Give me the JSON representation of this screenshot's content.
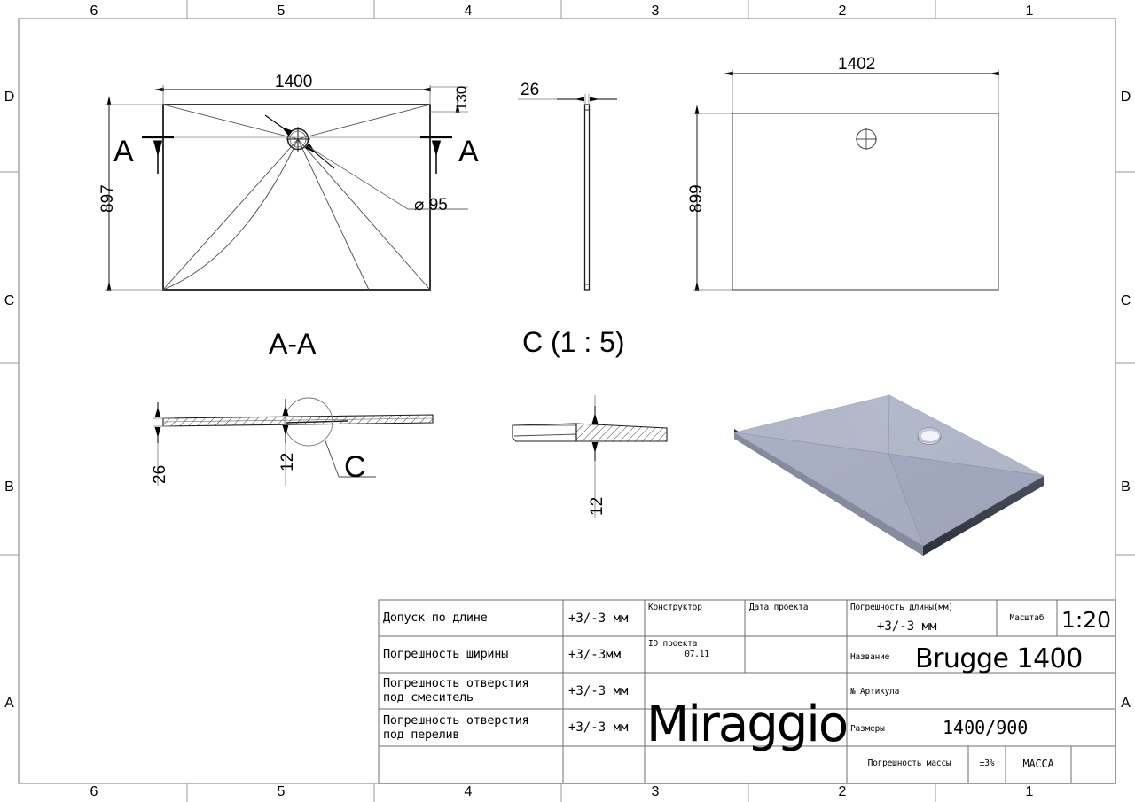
{
  "sheet": {
    "title": "Brugge 1400 technical drawing",
    "frame_color": "#aaaaaa",
    "line_color": "#1a1a1a",
    "thin_line_color": "#666666"
  },
  "frame": {
    "zones_top": [
      "6",
      "5",
      "4",
      "3",
      "2",
      "1"
    ],
    "zones_bottom": [
      "6",
      "5",
      "4",
      "3",
      "2",
      "1"
    ],
    "zones_left": [
      "D",
      "C",
      "B",
      "A"
    ],
    "zones_right": [
      "D",
      "C",
      "B",
      "A"
    ]
  },
  "views": {
    "top_plan": {
      "name": "Top plan view",
      "dim_width": "1400",
      "dim_height": "897",
      "dim_offset": "130",
      "hole_diameter": "⌀ 95",
      "section_marker_left": "A",
      "section_marker_right": "A"
    },
    "side_edge": {
      "name": "Side edge view",
      "dim_thickness": "26"
    },
    "bottom_plan": {
      "name": "Bottom plan view",
      "dim_width": "1402",
      "dim_height": "899"
    },
    "section_aa": {
      "name": "Section A-A",
      "title": "A-A",
      "dim_total_thickness": "26",
      "dim_detail_thickness": "12",
      "detail_marker": "C"
    },
    "detail_c": {
      "name": "Detail C",
      "title": "C (1 : 5)",
      "dim_thickness": "12"
    },
    "isometric": {
      "name": "Isometric 3D view",
      "body_color": "#a8aec2",
      "edge_color": "#3a3f4a"
    }
  },
  "title_block": {
    "tolerance_rows": [
      {
        "label": "Допуск по длине",
        "value": "+3/-3 мм"
      },
      {
        "label": "Погрешность ширины",
        "value": "+3/-3мм"
      },
      {
        "label": "Погрешность отверстия\nпод смеситель",
        "value": "+3/-3 мм"
      },
      {
        "label": "Погрешность отверстия\nпод перелив",
        "value": "+3/-3 мм"
      },
      {
        "label": "",
        "value": ""
      }
    ],
    "designer_label": "Конструктор",
    "designer_value": "",
    "project_id_label": "ID проекта",
    "project_id_value": "07.11",
    "project_date_label": "Дата проекта",
    "project_date_value": "",
    "brand": "Miraggio",
    "length_tolerance_label": "Погрешность длины(мм)",
    "length_tolerance_value": "+3/-3 мм",
    "scale_label": "Масштаб",
    "scale_value": "1:20",
    "name_label": "Название",
    "name_value": "Brugge 1400",
    "article_label": "№ Артикула",
    "article_value": "",
    "size_label": "Размеры",
    "size_value": "1400/900",
    "mass_tolerance_label": "Погрешность массы",
    "mass_tolerance_value": "±3%",
    "mass_label": "МАССА",
    "mass_value": ""
  }
}
